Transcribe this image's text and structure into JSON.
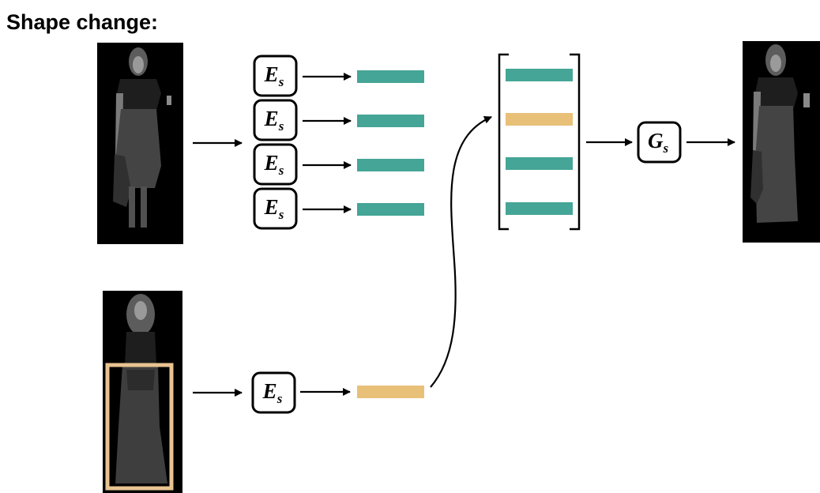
{
  "title": "Shape change:",
  "encoder": {
    "symbol": "E",
    "subscript": "s"
  },
  "generator": {
    "symbol": "G",
    "subscript": "s"
  },
  "colors": {
    "feature_teal": "#45a596",
    "feature_gold": "#e8c078",
    "highlight_box": "#e8c492",
    "background": "#ffffff",
    "ink": "#000000"
  },
  "feature_vectors": {
    "source": [
      "teal",
      "teal",
      "teal",
      "teal"
    ],
    "target": [
      "gold"
    ],
    "combined": [
      "teal",
      "gold",
      "teal",
      "teal"
    ]
  }
}
